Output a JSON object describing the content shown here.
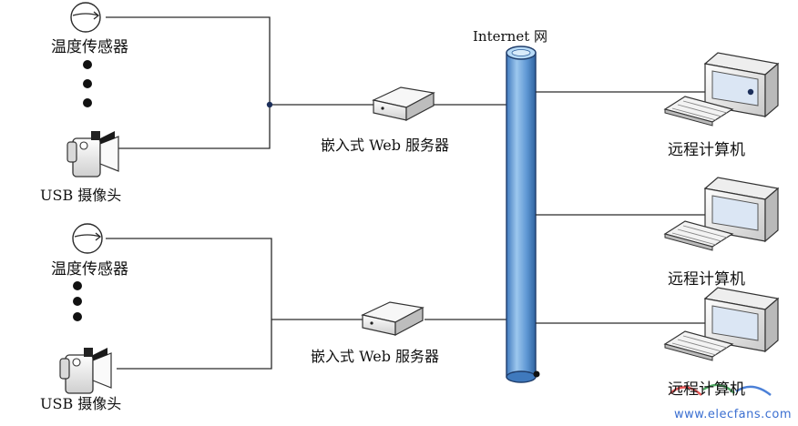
{
  "diagram": {
    "network_label": "Internet 网",
    "groups": [
      {
        "sensor_label": "温度传感器",
        "camera_label": "USB 摄像头",
        "server_label": "嵌入式 Web 服务器"
      },
      {
        "sensor_label": "温度传感器",
        "camera_label": "USB 摄像头",
        "server_label": "嵌入式 Web 服务器"
      }
    ],
    "remote_computers": [
      {
        "label": "远程计算机"
      },
      {
        "label": "远程计算机"
      },
      {
        "label": "远程计算机"
      }
    ],
    "watermark": "www.elecfans.com",
    "colors": {
      "line": "#2a2a2a",
      "node_dot": "#1c2f5a",
      "pipe_fill": "#6fa6dc",
      "pipe_edge": "#1f3d6b",
      "device_body": "#f2f2f2"
    },
    "icons": [
      "sensor-icon",
      "camera-icon",
      "router-icon",
      "monitor-icon",
      "keyboard-icon",
      "internet-pipe-icon"
    ]
  }
}
